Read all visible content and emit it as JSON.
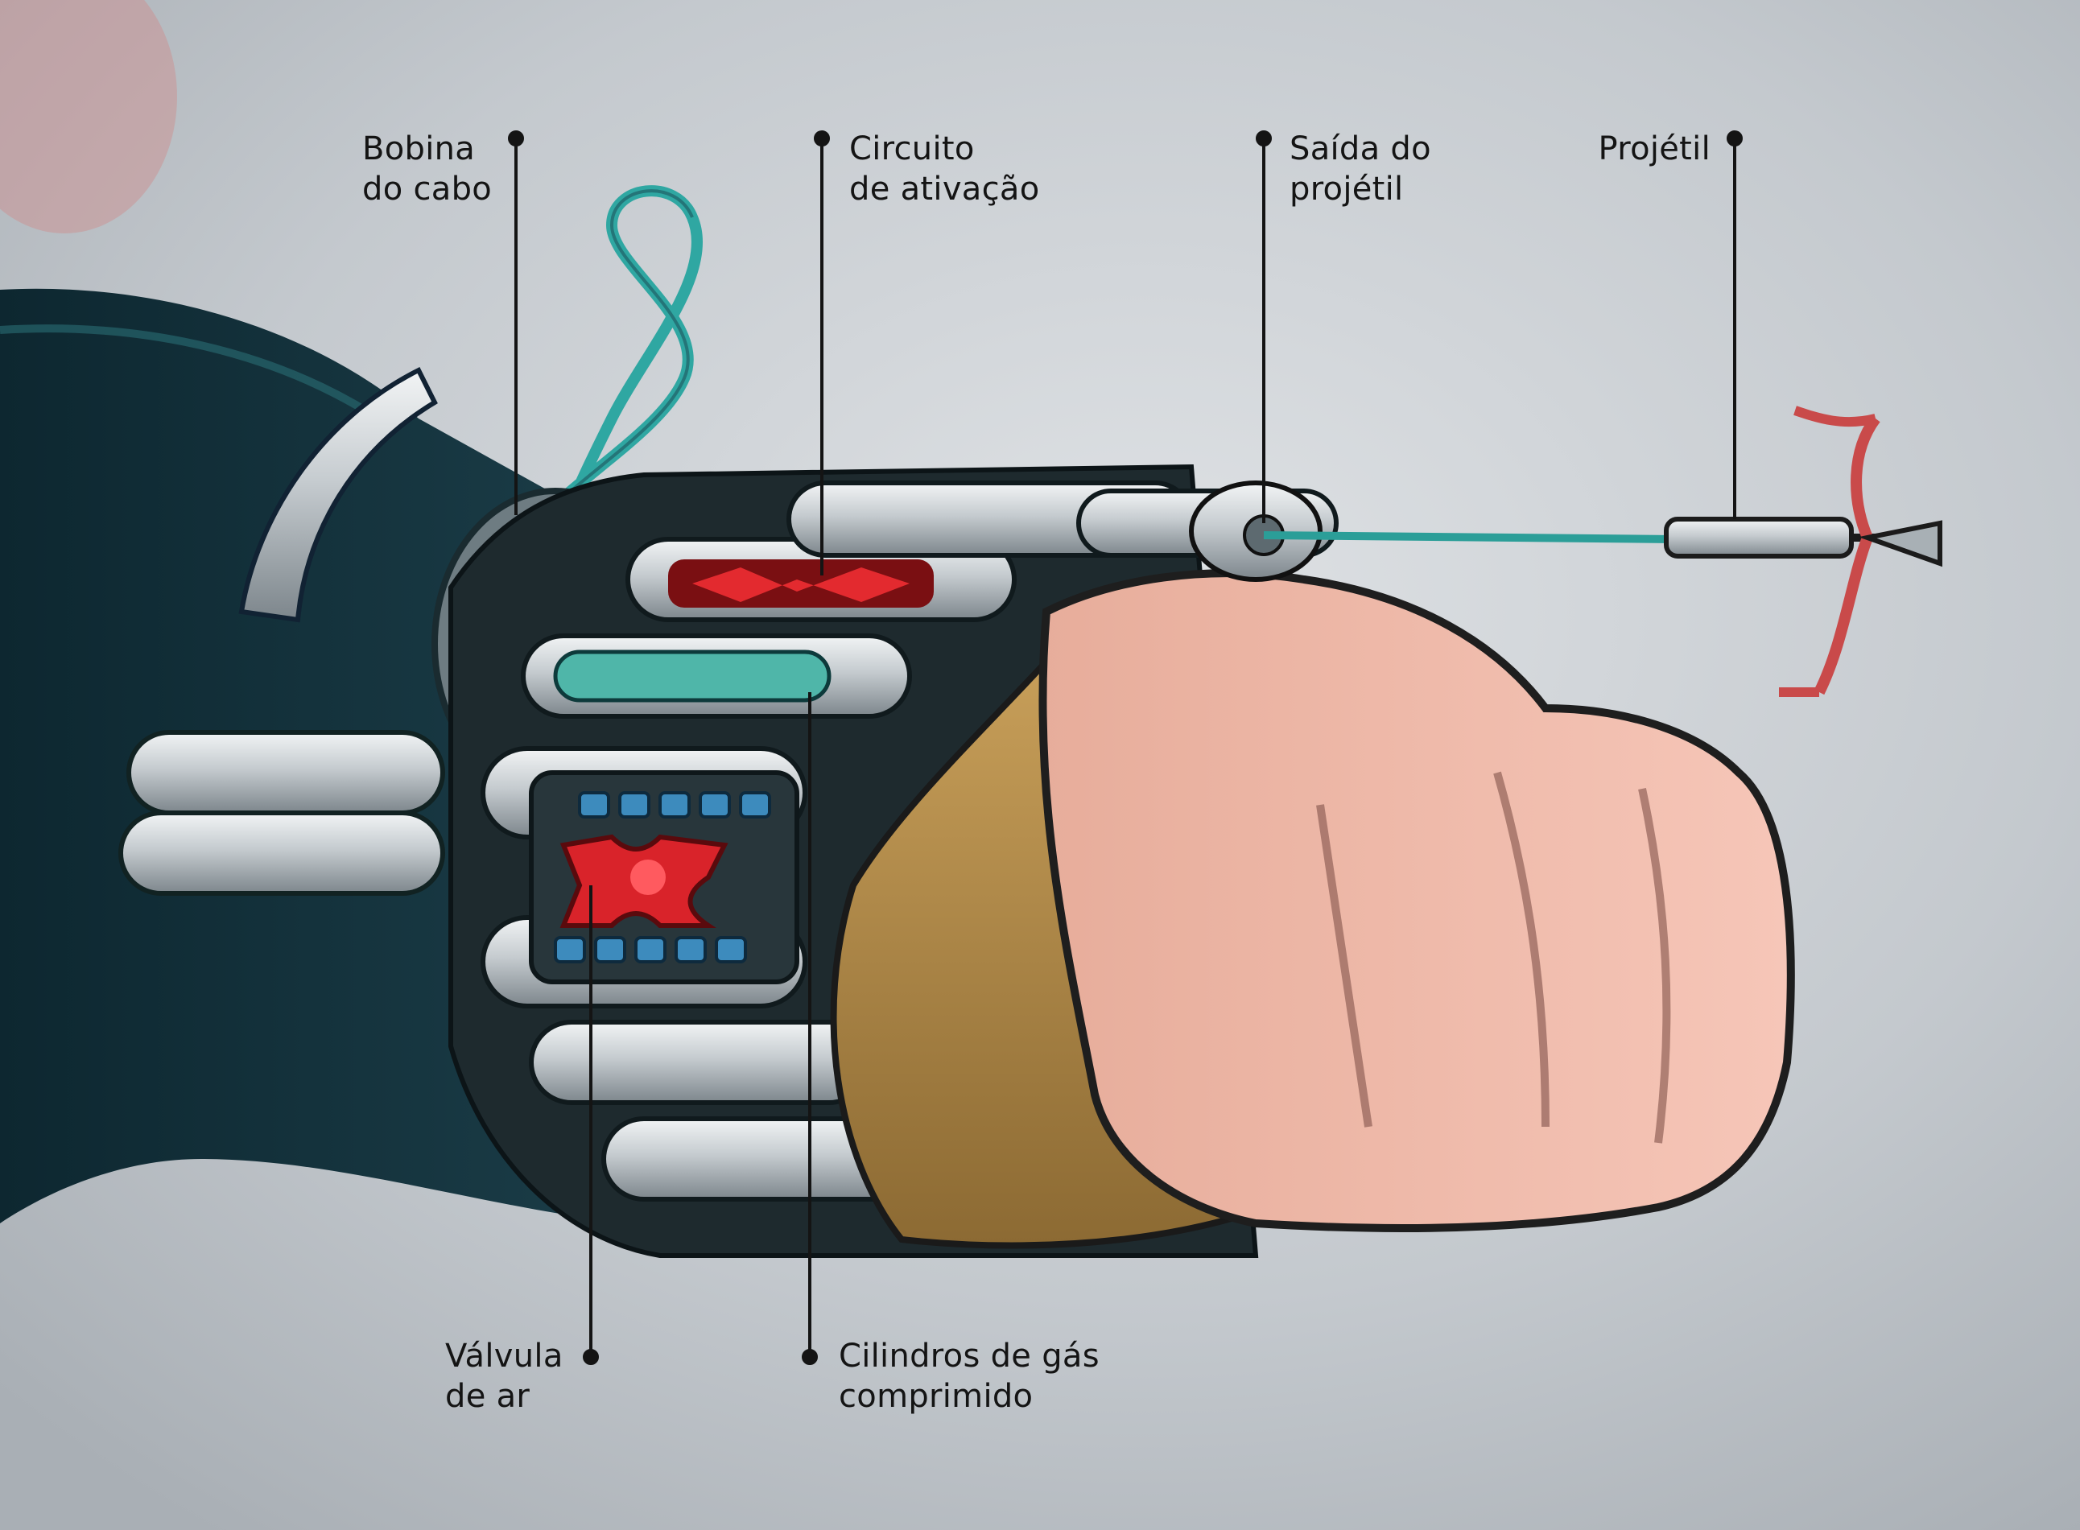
{
  "labels": {
    "cable_coil": {
      "line1": "Bobina",
      "line2": "do cabo"
    },
    "activation_circuit": {
      "line1": "Circuito",
      "line2": "de ativação"
    },
    "projectile_exit": {
      "line1": "Saída do",
      "line2": "projétil"
    },
    "projectile": {
      "line1": "Projétil"
    },
    "air_valve": {
      "line1": "Válvula",
      "line2": "de ar"
    },
    "gas_cylinders": {
      "line1": "Cilindros de gás",
      "line2": "comprimido"
    }
  },
  "colors": {
    "background": "#c4c9ce",
    "sleeve": "#13303a",
    "metal": "#c7ccd0",
    "cyan_accent": "#2fa7a2",
    "red_accent": "#d61f26",
    "skin": "#f0b9a9",
    "glove": "#b48f4b",
    "leader_line": "#141414"
  }
}
